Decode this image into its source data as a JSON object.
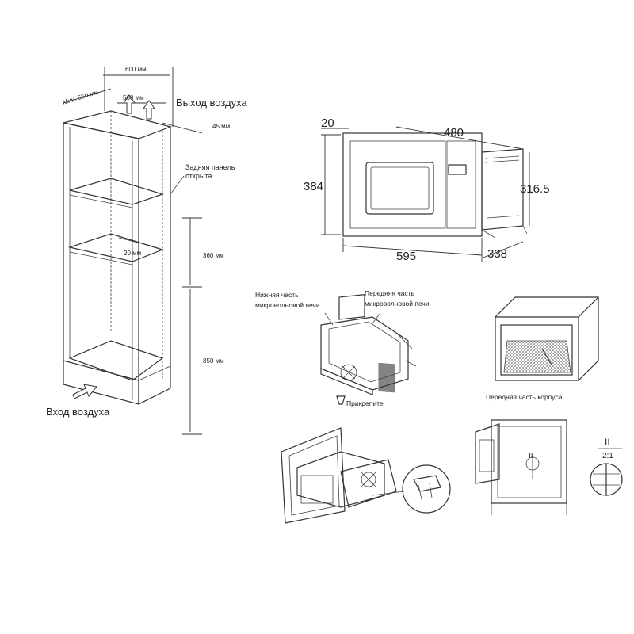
{
  "cabinet": {
    "dim_width": "600 мм",
    "dim_min_depth": "Мин. 550 мм",
    "dim_inner": "560 мм",
    "air_out": "Выход воздуха",
    "dim_45": "45 мм",
    "rear_panel_line1": "Задняя панель",
    "rear_panel_line2": "открыта",
    "dim_20": "20 мм",
    "dim_360": "360 мм",
    "dim_850": "850 мм",
    "air_in": "Вход воздуха"
  },
  "microwave_dims": {
    "d20": "20",
    "d480": "480",
    "d384": "384",
    "d316": "316.5",
    "d595": "595",
    "d338": "338"
  },
  "install": {
    "bottom_part_line1": "Нижняя часть",
    "bottom_part_line2": "микроволновой печи",
    "front_part_line1": "Передняя часть",
    "front_part_line2": "микроволновой печи",
    "attach": "Прикрепите",
    "housing_front": "Передняя часть корпуса",
    "roman_top": "II",
    "ratio": "2:1",
    "roman_door": "II"
  },
  "icons": [
    "arrow-up-icon",
    "arrow-up-icon",
    "arrow-right-icon"
  ]
}
